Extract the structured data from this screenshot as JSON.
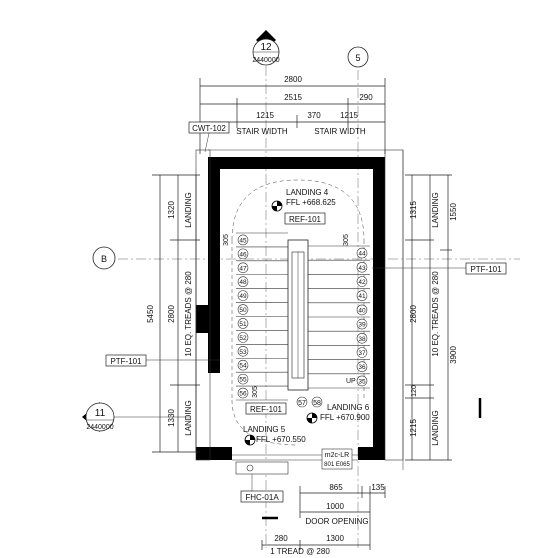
{
  "grid": {
    "top_grid_number": "12",
    "top_grid_sheet": "2440000",
    "top_grid_right": "5",
    "left_grid": "B",
    "section_number": "11",
    "section_sheet": "2440000"
  },
  "dimensions": {
    "overall_width": "2800",
    "inner_width": "2515",
    "wall_right": "290",
    "flight_left": "1215",
    "gap": "370",
    "flight_right": "1215",
    "stair_width_left": "STAIR WIDTH",
    "stair_width_right": "STAIR WIDTH",
    "left_overall": "5450",
    "left_landing_top": "1320",
    "left_flight": "2800",
    "left_landing_bottom": "1330",
    "right_landing_top": "1315",
    "right_top_combined": "1550",
    "right_flight": "2800",
    "right_overall": "3900",
    "right_small": "120",
    "right_landing_bottom": "1215",
    "tread_left": "305",
    "tread_right": "305",
    "tread_bottom": "305",
    "bottom_865": "865",
    "bottom_135": "135",
    "bottom_1000": "1000",
    "door_opening": "DOOR OPENING",
    "bottom_280": "280",
    "bottom_1300": "1300",
    "tread_note": "1 TREAD @ 280"
  },
  "labels": {
    "landing_word": "LANDING",
    "treads_note_left": "10 EQ. TREADS @ 280",
    "treads_note_right": "10 EQ. TREADS @ 280",
    "landing4_name": "LANDING 4",
    "landing4_ffl": "FFL +668.625",
    "landing5_name": "LANDING 5",
    "landing5_ffl": "FFL +670.550",
    "landing6_name": "LANDING 6",
    "landing6_ffl": "FFL +670.900",
    "up": "UP",
    "m2c_line1": "m2c-LR",
    "m2c_line2": "801 E065",
    "level_tag_top": "12",
    "level_tag_bottom": "57",
    "level_tag_bottom2": "58"
  },
  "tags": {
    "cwt": "CWT-102",
    "ptf_right": "PTF-101",
    "ptf_left": "PTF-101",
    "ref_top": "REF-101",
    "ref_bottom": "REF-101",
    "fhc": "FHC-01A"
  },
  "steps": {
    "left": [
      "45",
      "46",
      "47",
      "48",
      "49",
      "50",
      "51",
      "52",
      "53",
      "54",
      "55",
      "56"
    ],
    "right": [
      "44",
      "43",
      "42",
      "41",
      "40",
      "39",
      "38",
      "37",
      "36",
      "35"
    ]
  }
}
